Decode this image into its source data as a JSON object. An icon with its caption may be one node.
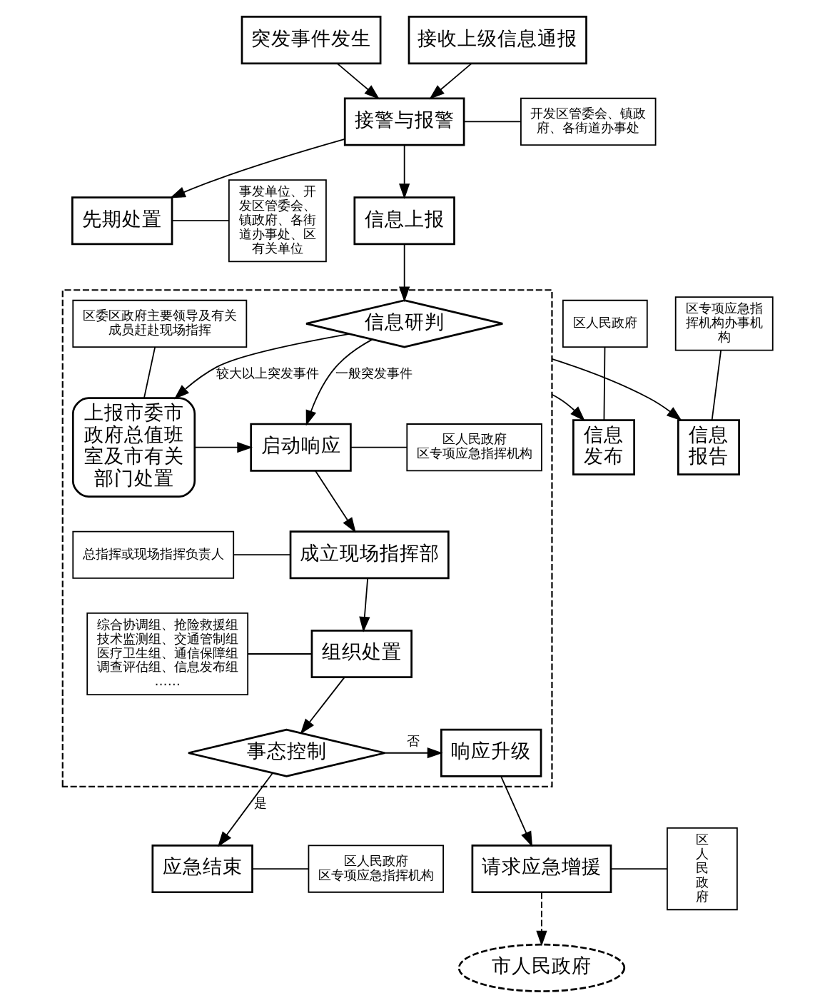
{
  "diagram": {
    "nodes": [
      {
        "text": [
          "突发事件发生"
        ]
      },
      {
        "text": [
          "接收上级信息通报"
        ]
      },
      {
        "text": [
          "接警与报警"
        ]
      },
      {
        "text": [
          "开发区管委会、镇政府、各街道办事处"
        ]
      },
      {
        "text": [
          "事发单位、开发区管委会、镇政府、各街道办事处、区有关单位"
        ]
      },
      {
        "text": [
          "先期处置"
        ]
      },
      {
        "text": [
          "信息上报"
        ]
      },
      {
        "text": [],
        "shape": "box"
      },
      {
        "text": [
          "信息研判"
        ],
        "in": 7
      },
      {
        "text": [
          "上报市委市政府总值班室及市有关部门处置"
        ],
        "in": 7
      },
      {
        "text": [
          "区专项应急指挥机构办事机构"
        ]
      },
      {
        "text": [
          "信息报告"
        ]
      },
      {
        "text": [
          "启动响应"
        ],
        "in": 7
      },
      {
        "text": [
          "区人民政府",
          "区专项应急指挥机构"
        ],
        "in": 7
      },
      {
        "text": [
          "成立现场指挥部"
        ],
        "in": 7
      },
      {
        "text": [
          "总指挥或现场指挥负责人"
        ],
        "in": 7
      },
      {
        "text": [
          "信息发布"
        ]
      },
      {
        "text": [
          "组织处置"
        ],
        "in": 7
      },
      {
        "text": [
          "综合协调组、抢险救援组",
          "技术监测组、交通管制组",
          "医疗卫生组、通信保障组",
          "调查评估组、信息发布组",
          "……"
        ],
        "in": 7
      },
      {
        "text": [
          "区委区政府主要领导及有关成员赶赴现场指挥"
        ],
        "in": 7
      },
      {
        "text": [
          "区人民政府"
        ]
      },
      {
        "text": [
          "事态控制"
        ],
        "in": 7
      },
      {
        "text": [
          "响应升级"
        ],
        "in": 7
      },
      {
        "text": [
          "应急结束"
        ]
      },
      {
        "text": [
          "区人民政府",
          "区专项应急指挥机构"
        ]
      },
      {
        "text": [
          "请求应急增援"
        ]
      },
      {
        "text": [
          "区人民政府"
        ]
      },
      {
        "text": [
          "市人民政府"
        ]
      }
    ],
    "edges": [
      {
        "from": 0,
        "to": 2,
        "arrow": "to"
      },
      {
        "from": 1,
        "to": 2,
        "arrow": "to"
      },
      {
        "from": 3,
        "to": 2,
        "arrow": "none"
      },
      {
        "from": 2,
        "to": 5,
        "arrow": "to"
      },
      {
        "from": 4,
        "to": 5,
        "arrow": "none"
      },
      {
        "from": 2,
        "to": 6,
        "arrow": "to"
      },
      {
        "from": 6,
        "to": 8,
        "arrow": "to"
      },
      {
        "from": 8,
        "to": 9,
        "arrow": "to",
        "label": "较大以上突发事件"
      },
      {
        "from": 8,
        "to": 12,
        "arrow": "to",
        "label": "一般突发事件"
      },
      {
        "from": 9,
        "to": 12,
        "arrow": "to"
      },
      {
        "from": 10,
        "to": 11,
        "arrow": "none"
      },
      {
        "from": 7,
        "to": 11,
        "arrow": "to"
      },
      {
        "from": 7,
        "to": 16,
        "arrow": "to"
      },
      {
        "from": 13,
        "to": 12,
        "arrow": "none"
      },
      {
        "from": 12,
        "to": 14,
        "arrow": "to"
      },
      {
        "from": 15,
        "to": 14,
        "arrow": "none"
      },
      {
        "from": 14,
        "to": 17,
        "arrow": "to"
      },
      {
        "from": 18,
        "to": 17,
        "arrow": "none"
      },
      {
        "from": 19,
        "to": 9,
        "arrow": "none"
      },
      {
        "from": 20,
        "to": 16,
        "arrow": "none"
      },
      {
        "from": 17,
        "to": 21,
        "arrow": "to"
      },
      {
        "from": 21,
        "to": 22,
        "arrow": "to",
        "label": "否"
      },
      {
        "from": 21,
        "to": 23,
        "arrow": "to",
        "label": "是"
      },
      {
        "from": 24,
        "to": 23,
        "arrow": "none"
      },
      {
        "from": 22,
        "to": 25,
        "arrow": "to"
      },
      {
        "from": 26,
        "to": 25,
        "arrow": "none"
      },
      {
        "from": 25,
        "to": 27,
        "arrow": "to",
        "style": "dashed"
      }
    ]
  }
}
